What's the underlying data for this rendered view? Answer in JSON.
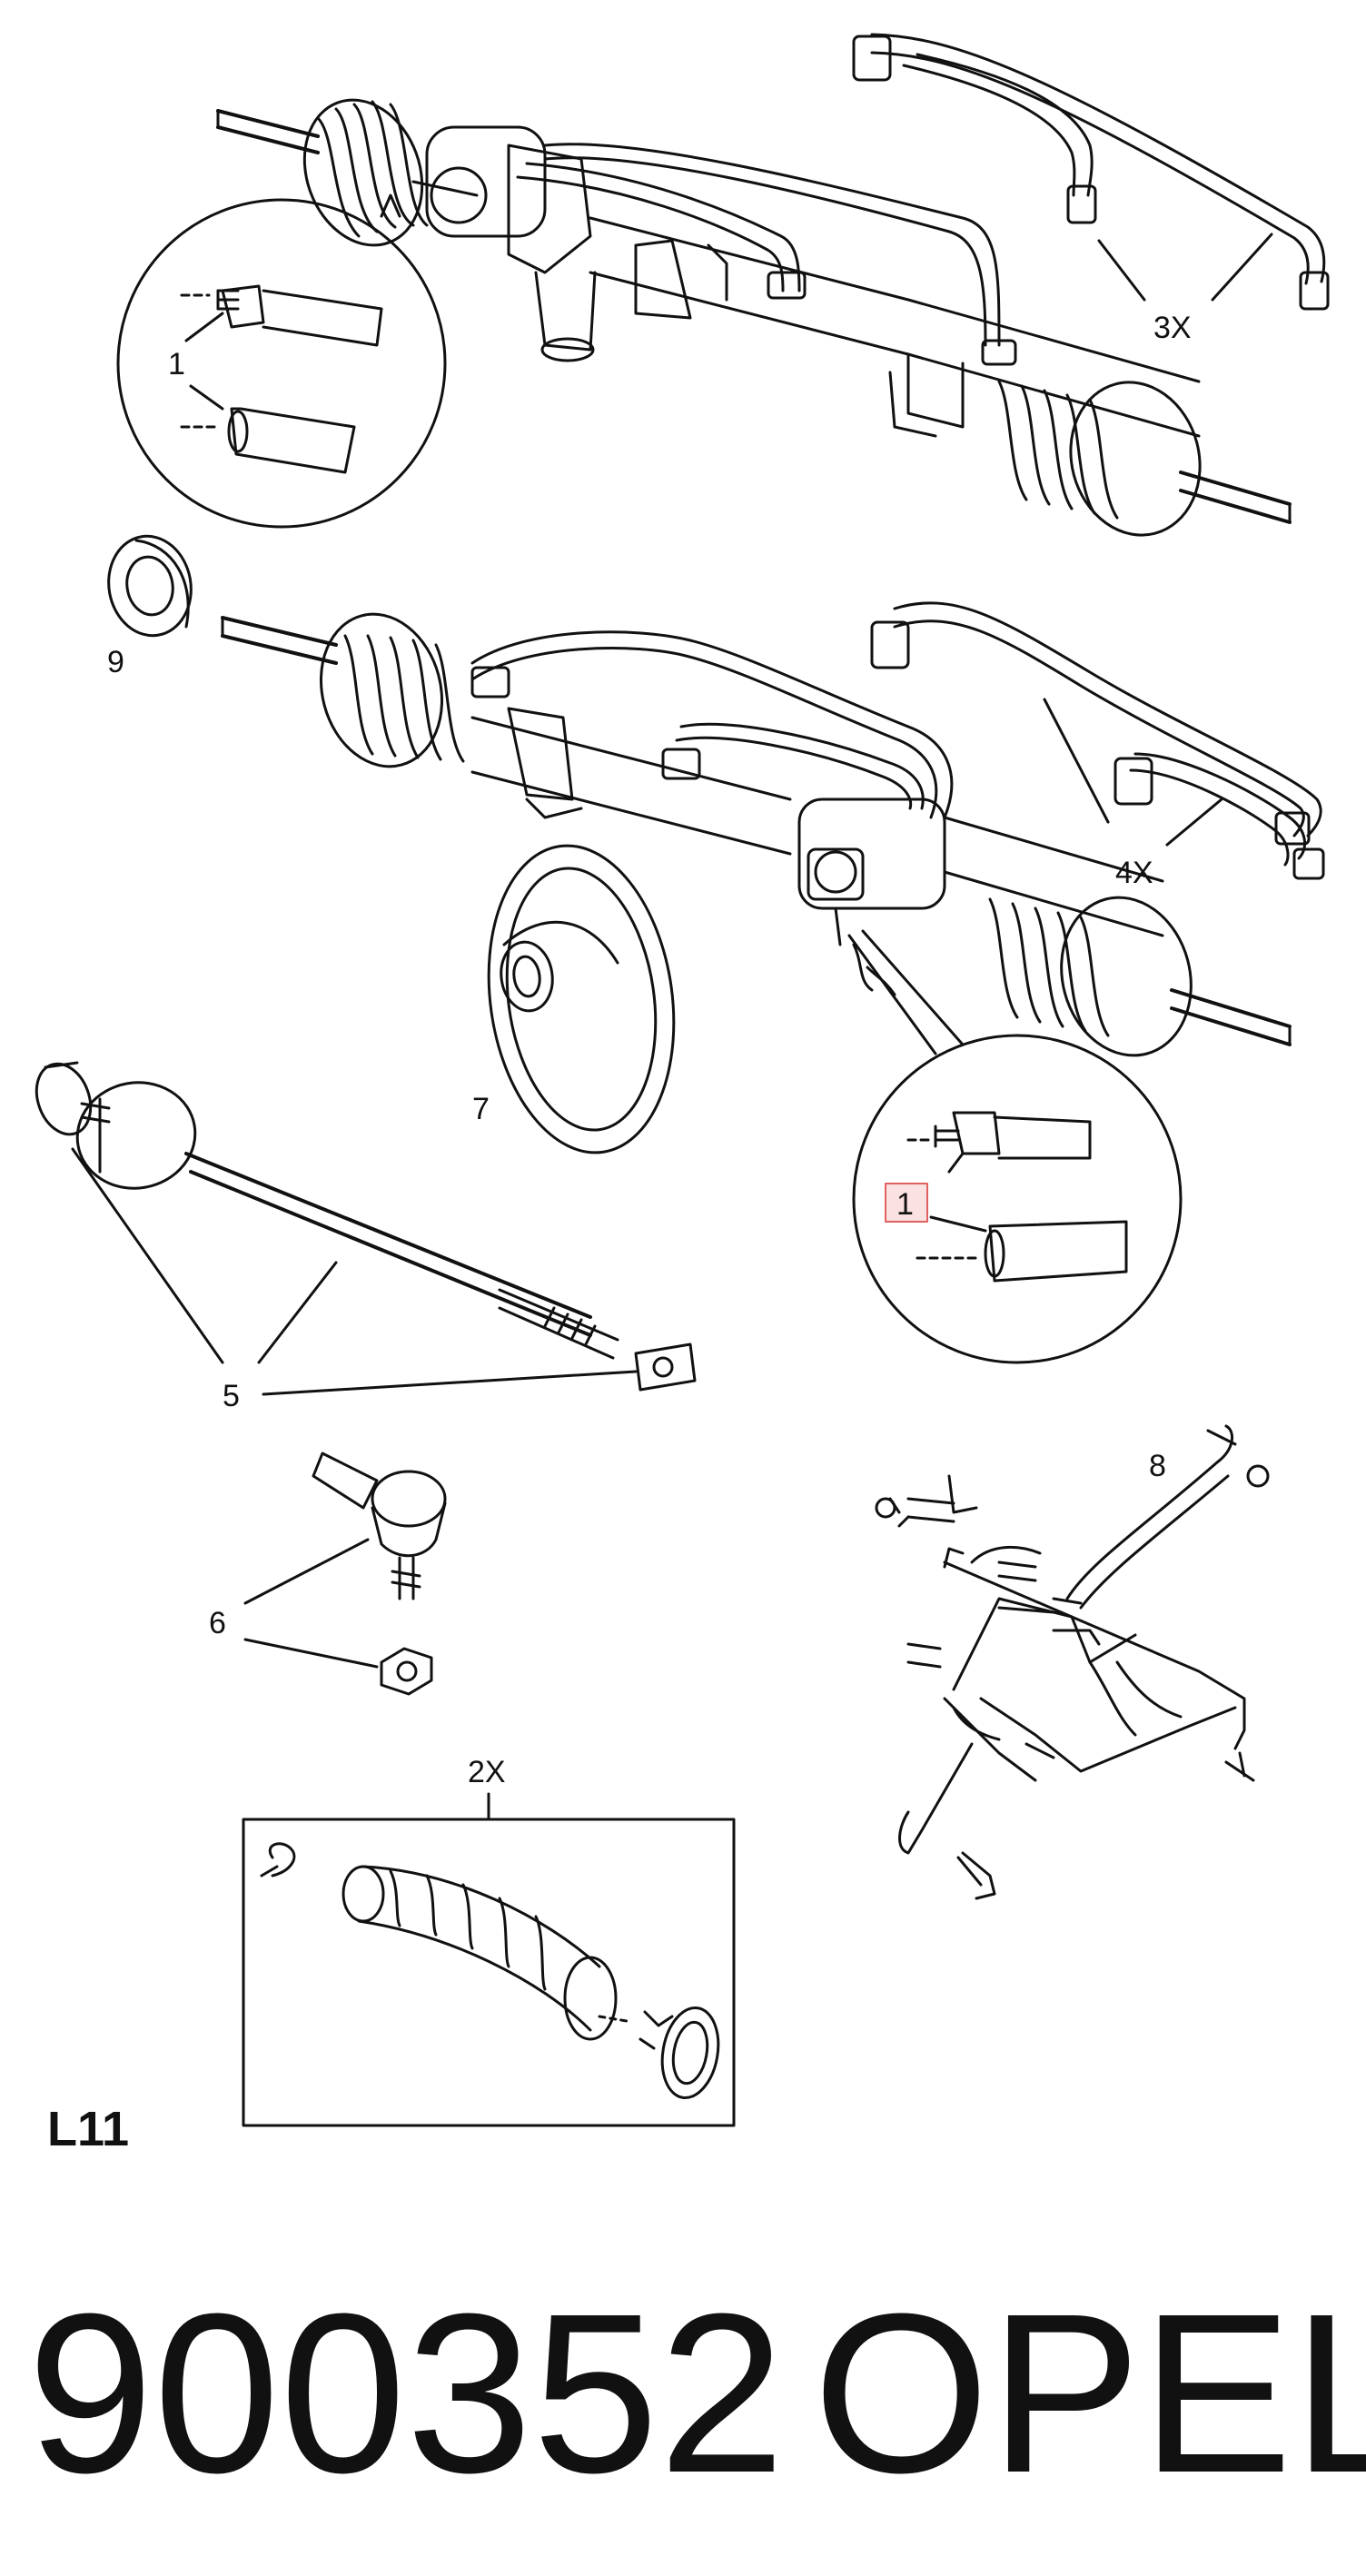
{
  "diagram": {
    "callouts": {
      "c1_top": "1",
      "c9": "9",
      "c3x": "3X",
      "c4x": "4X",
      "c7": "7",
      "c1_mid": "1",
      "c5": "5",
      "c6": "6",
      "c8": "8",
      "c2x": "2X"
    },
    "section_label": "L11"
  },
  "footer": {
    "part_number": "900352",
    "brand": "OPEL"
  },
  "colors": {
    "line": "#111111",
    "highlight_fill": "#f8caca",
    "highlight_stroke": "#e06060"
  }
}
